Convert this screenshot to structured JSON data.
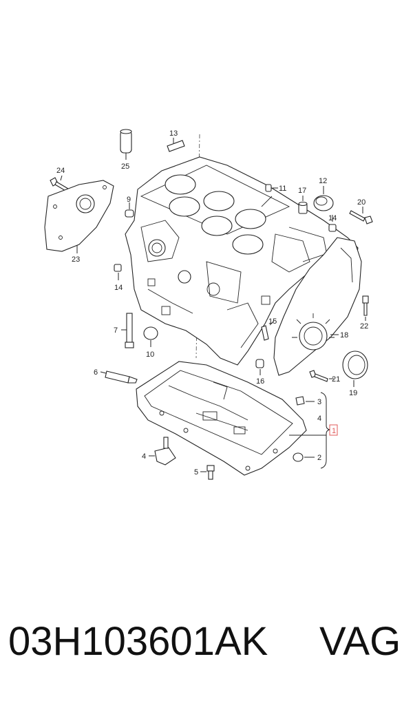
{
  "callouts": {
    "c1": "1",
    "c2": "2",
    "c3": "3",
    "c4a": "4",
    "c4b": "4",
    "c5": "5",
    "c6": "6",
    "c7": "7",
    "c9": "9",
    "c10": "10",
    "c11": "11",
    "c12": "12",
    "c13": "13",
    "c14a": "14",
    "c14b": "14",
    "c15": "15",
    "c16": "16",
    "c17": "17",
    "c18": "18",
    "c19": "19",
    "c20": "20",
    "c21": "21",
    "c22": "22",
    "c23": "23",
    "c24": "24",
    "c25": "25"
  },
  "caption": {
    "part_number": "03H103601AK",
    "brand": "VAG"
  },
  "colors": {
    "highlight_box": "#e05a5a",
    "line": "#222222"
  }
}
